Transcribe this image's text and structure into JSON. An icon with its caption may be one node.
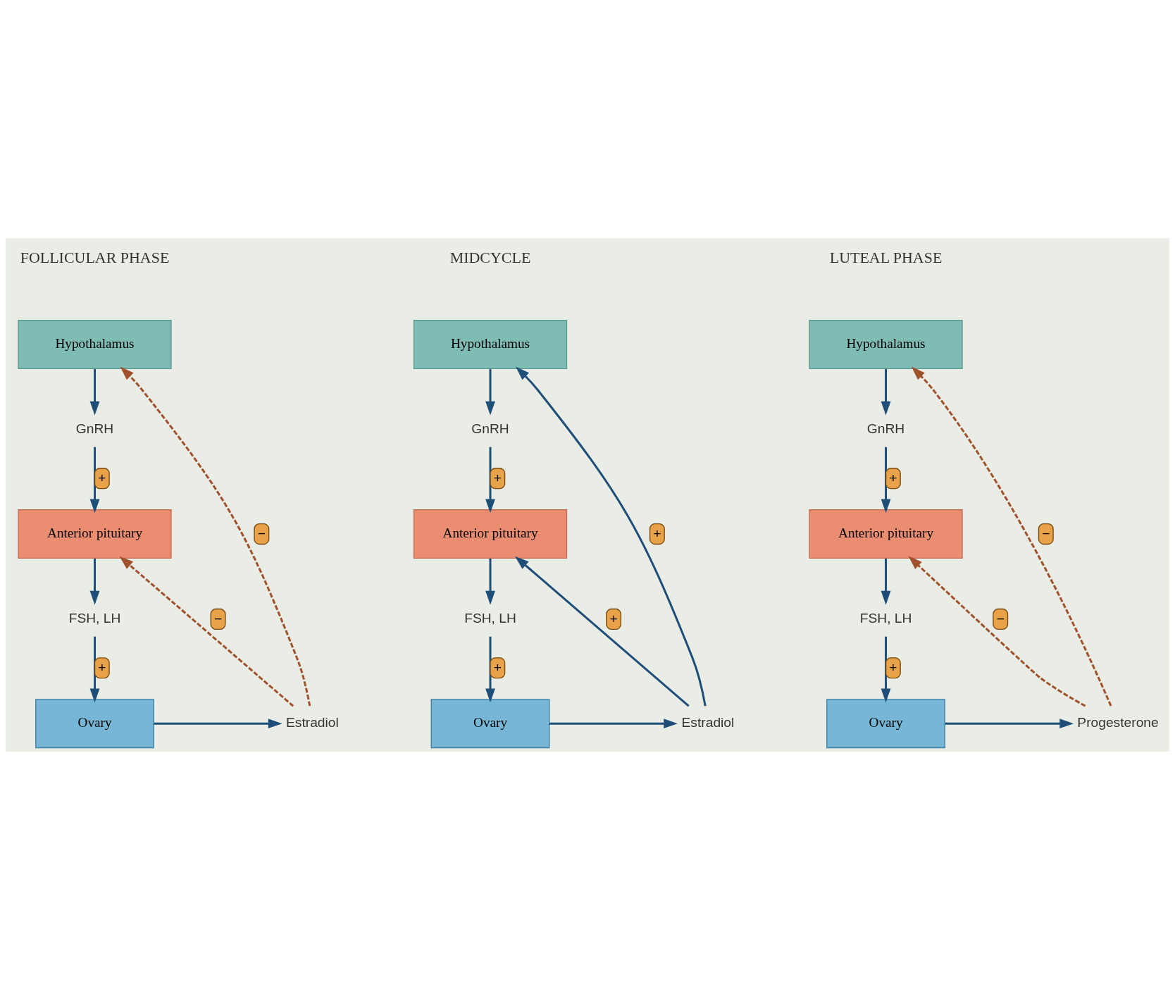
{
  "diagram": {
    "nodes": [
      {
        "text": [
          "Hypothalamus"
        ]
      },
      {
        "text": [
          "GnRH"
        ]
      },
      {
        "text": [
          "Anterior pituitary"
        ]
      },
      {
        "text": [
          "FSH, LH"
        ]
      },
      {
        "text": [
          "Ovary"
        ]
      },
      {
        "text": [
          "Estradiol"
        ]
      },
      {
        "text": [
          "Hypothalamus"
        ]
      },
      {
        "text": [
          "GnRH"
        ]
      },
      {
        "text": [
          "Anterior pituitary"
        ]
      },
      {
        "text": [
          "FSH, LH"
        ]
      },
      {
        "text": [
          "Ovary"
        ]
      },
      {
        "text": [
          "Estradiol"
        ]
      },
      {
        "text": [
          "Hypothalamus"
        ]
      },
      {
        "text": [
          "GnRH"
        ]
      },
      {
        "text": [
          "Anterior pituitary"
        ]
      },
      {
        "text": [
          "FSH, LH"
        ]
      },
      {
        "text": [
          "Ovary"
        ]
      },
      {
        "text": [
          "Progesterone"
        ]
      }
    ],
    "edges": [
      {
        "from": 0,
        "to": 1,
        "arrow": "to"
      },
      {
        "from": 1,
        "to": 2,
        "arrow": "to",
        "label": "+"
      },
      {
        "from": 2,
        "to": 3,
        "arrow": "to"
      },
      {
        "from": 3,
        "to": 4,
        "arrow": "to",
        "label": "+"
      },
      {
        "from": 4,
        "to": 5,
        "arrow": "to"
      },
      {
        "from": 5,
        "to": 0,
        "arrow": "to",
        "label": "−",
        "style": "dashed",
        "color": "#a0522d"
      },
      {
        "from": 5,
        "to": 2,
        "arrow": "to",
        "label": "−",
        "style": "dashed",
        "color": "#a0522d"
      },
      {
        "from": 6,
        "to": 7,
        "arrow": "to"
      },
      {
        "from": 7,
        "to": 8,
        "arrow": "to",
        "label": "+"
      },
      {
        "from": 8,
        "to": 9,
        "arrow": "to"
      },
      {
        "from": 9,
        "to": 10,
        "arrow": "to",
        "label": "+"
      },
      {
        "from": 10,
        "to": 11,
        "arrow": "to"
      },
      {
        "from": 11,
        "to": 6,
        "arrow": "to",
        "label": "+"
      },
      {
        "from": 11,
        "to": 8,
        "arrow": "to",
        "label": "+"
      },
      {
        "from": 12,
        "to": 13,
        "arrow": "to"
      },
      {
        "from": 13,
        "to": 14,
        "arrow": "to",
        "label": "+"
      },
      {
        "from": 14,
        "to": 15,
        "arrow": "to"
      },
      {
        "from": 15,
        "to": 16,
        "arrow": "to",
        "label": "+"
      },
      {
        "from": 16,
        "to": 17,
        "arrow": "to"
      },
      {
        "from": 17,
        "to": 12,
        "arrow": "to",
        "label": "−",
        "style": "dashed",
        "color": "#a0522d"
      },
      {
        "from": 17,
        "to": 14,
        "arrow": "to",
        "label": "−",
        "style": "dashed",
        "color": "#a0522d"
      }
    ],
    "labels": [
      "FOLLICULAR PHASE",
      "MIDCYCLE",
      "LUTEAL PHASE"
    ]
  }
}
